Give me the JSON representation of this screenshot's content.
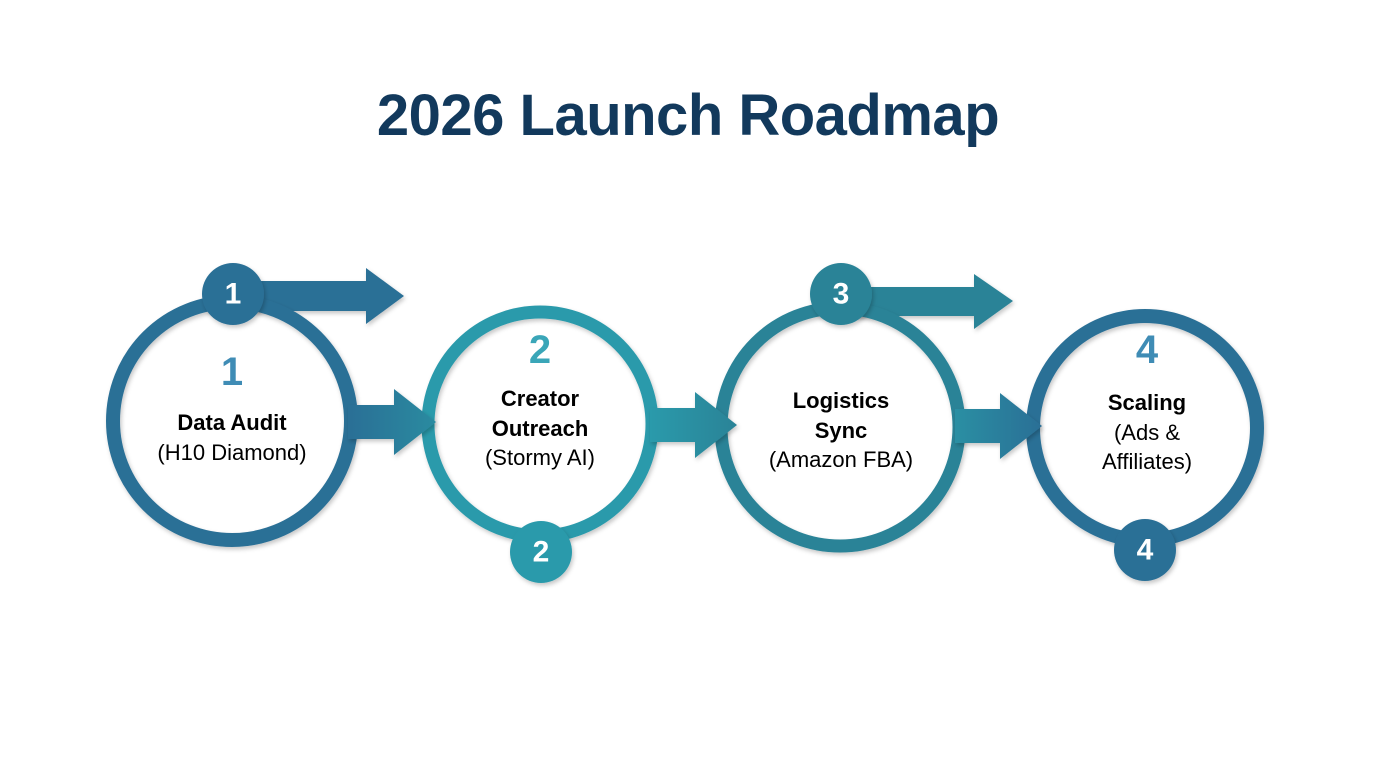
{
  "title": "2026 Launch Roadmap",
  "theme": {
    "background": "#ffffff",
    "title_color": "#12395c",
    "text_color": "#000000",
    "badge_text_color": "#ffffff"
  },
  "steps": [
    {
      "number": "1",
      "badge": "1",
      "badge_position": "top",
      "title": "Data Audit",
      "subtitle": "(H10 Diamond)",
      "color": "#2c6f96",
      "number_color": "#3f8cb5",
      "show_inner_number": true
    },
    {
      "number": "2",
      "badge": "2",
      "badge_position": "bottom",
      "title": "Creator Outreach",
      "title_line1": "Creator",
      "title_line2": "Outreach",
      "subtitle": "(Stormy AI)",
      "color": "#2c9aab",
      "number_color": "#3aa6b8",
      "show_inner_number": true
    },
    {
      "number": "3",
      "badge": "3",
      "badge_position": "top",
      "title": "Logistics Sync",
      "title_line1": "Logistics",
      "title_line2": "Sync",
      "subtitle": "(Amazon FBA)",
      "color": "#2a8397",
      "number_color": "#3a93a6",
      "show_inner_number": false
    },
    {
      "number": "4",
      "badge": "4",
      "badge_position": "bottom",
      "title": "Scaling",
      "subtitle_line1": "(Ads &",
      "subtitle_line2": "Affiliates)",
      "subtitle": "(Ads & Affiliates)",
      "color": "#2c6f96",
      "number_color": "#3f8cb5",
      "show_inner_number": true
    }
  ],
  "connectors": [
    {
      "from": "1",
      "to": "2",
      "kind": "between-circles"
    },
    {
      "from": "2",
      "to": "3",
      "kind": "between-circles"
    },
    {
      "from": "3",
      "to": "4",
      "kind": "between-circles"
    }
  ],
  "top_arrows": [
    {
      "from_badge": "1",
      "color": "#2c6f96"
    },
    {
      "from_badge": "3",
      "color": "#2a8397"
    }
  ]
}
